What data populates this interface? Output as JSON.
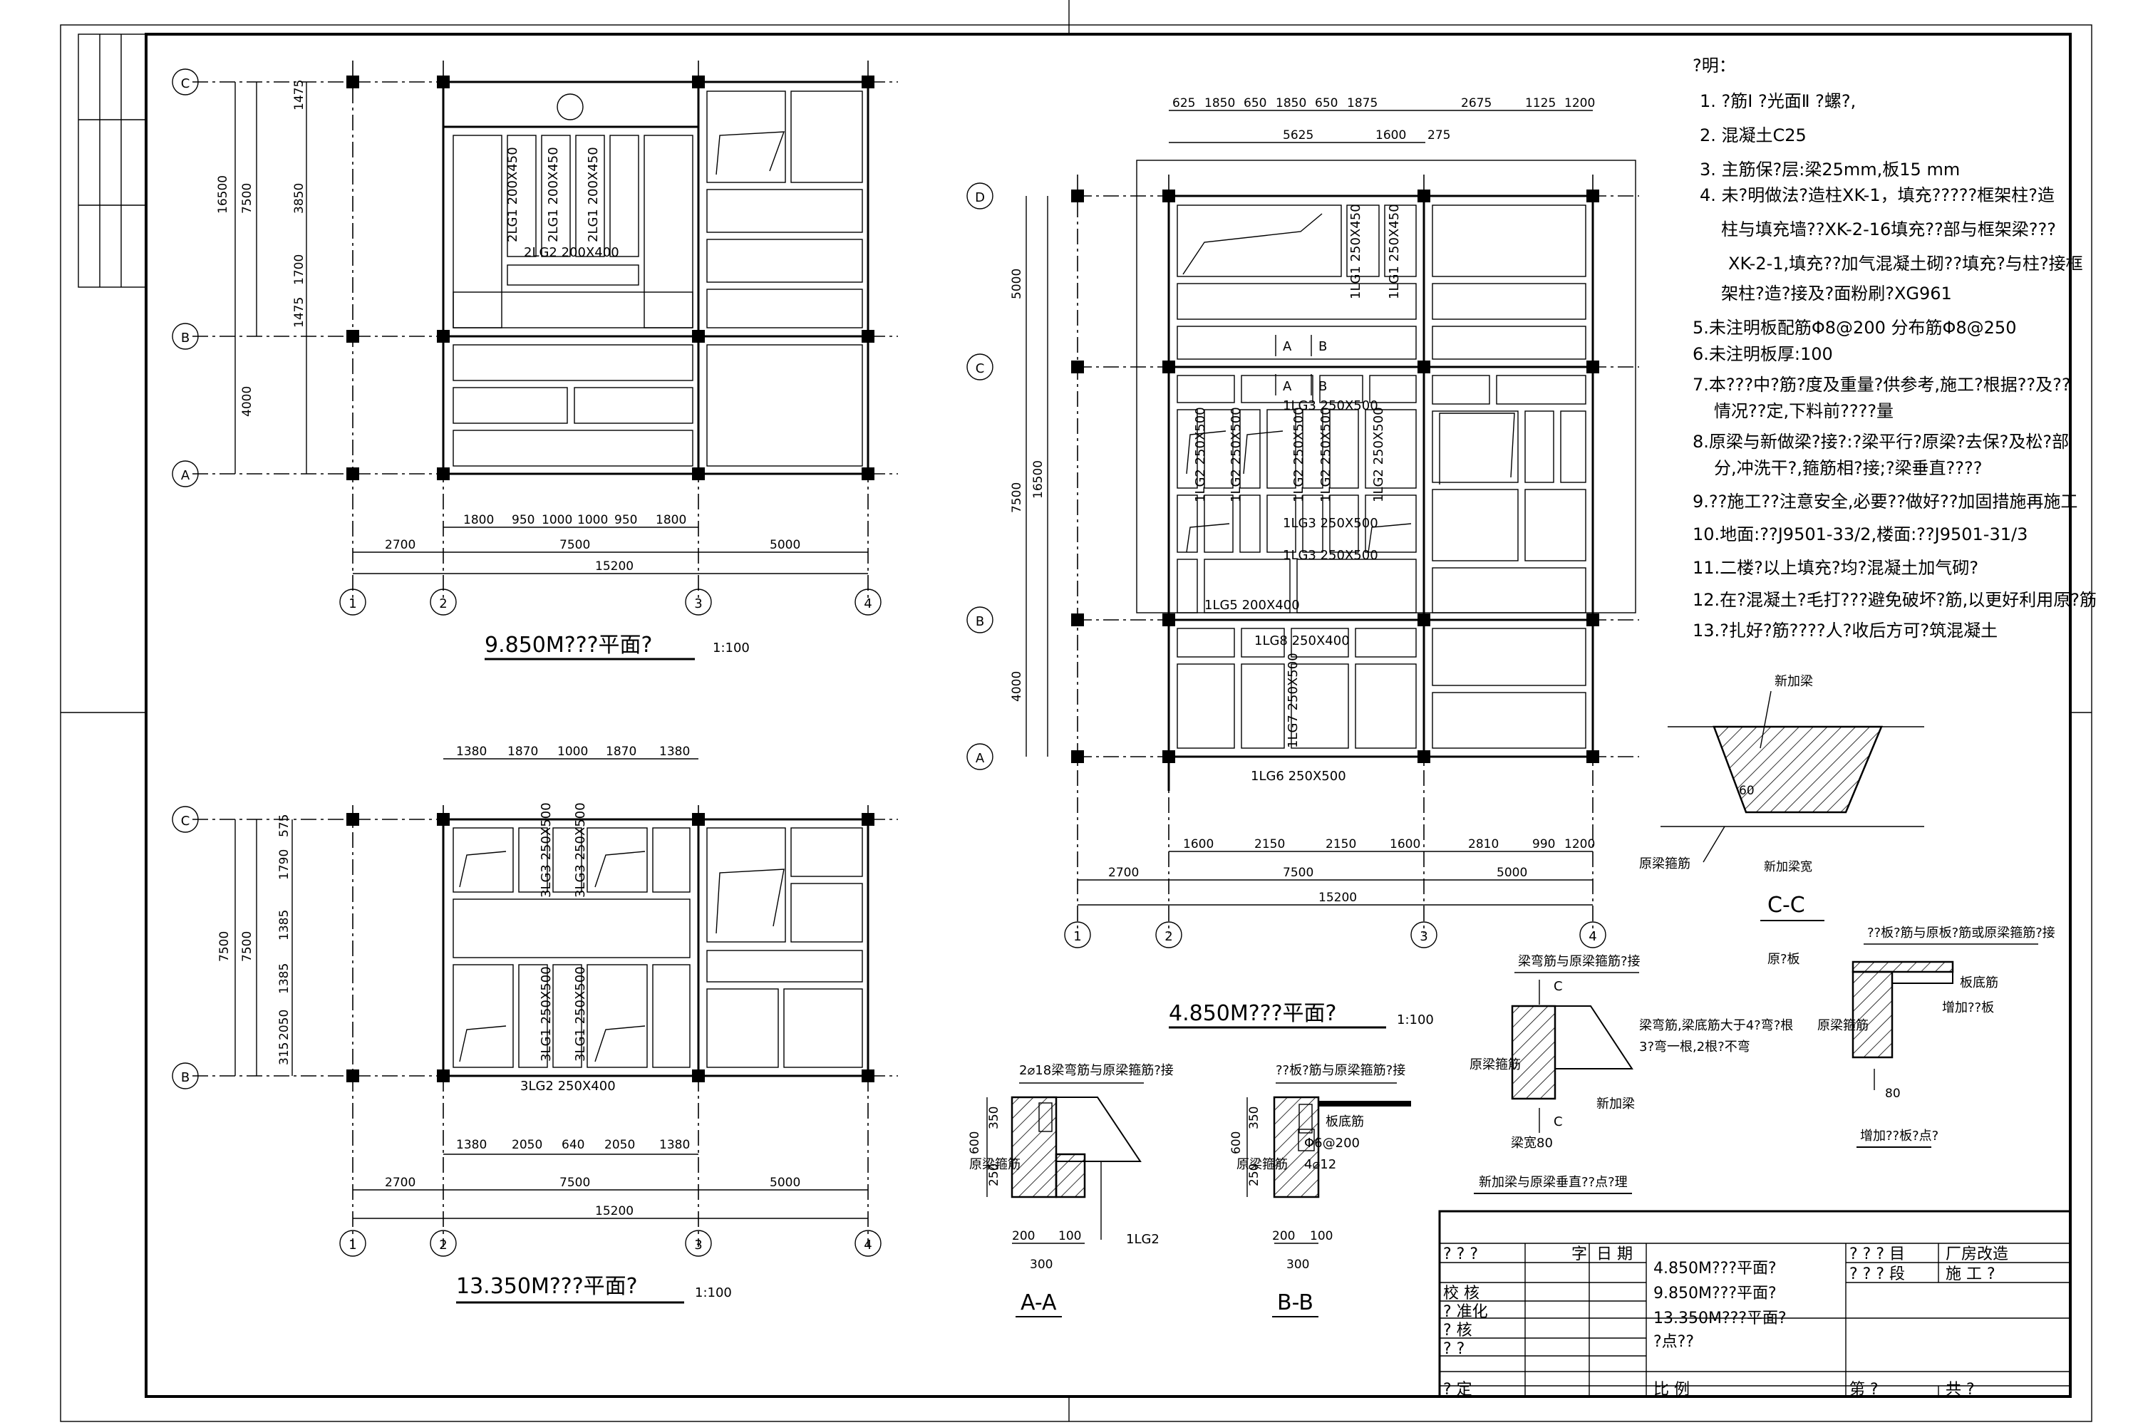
{
  "sheet": {
    "plan_top_left": {
      "title": "9.850M???平面?",
      "scale": "1:100",
      "axes_v": [
        "1",
        "2",
        "3",
        "4"
      ],
      "axes_h": [
        "A",
        "B",
        "C"
      ],
      "dims_top": [
        "1475",
        "3850",
        "1700",
        "1475"
      ],
      "dims_left_total": "16500",
      "dims_left_a": "7500",
      "dims_left_b": "4000",
      "dims_bottom_1": [
        "1800",
        "950",
        "1000",
        "1000",
        "950",
        "1800"
      ],
      "dims_bottom_2": [
        "2700",
        "7500",
        "5000"
      ],
      "dims_bottom_total": "15200",
      "beam_labels": [
        "2LG1 200X450",
        "2LG1 200X450",
        "2LG1 200X450",
        "2LG2 200X400"
      ]
    },
    "plan_bottom_left": {
      "title": "13.350M???平面?",
      "scale": "1:100",
      "axes_v": [
        "1",
        "2",
        "3",
        "4"
      ],
      "axes_h": [
        "B",
        "C"
      ],
      "dims_top": [
        "1380",
        "1870",
        "1000",
        "1870",
        "1380"
      ],
      "dims_right": [
        "575",
        "1790",
        "1385",
        "1385",
        "2050",
        "315"
      ],
      "dims_left": "7500",
      "dims_left_b": "7500",
      "dims_bottom_1": [
        "1380",
        "2050",
        "640",
        "2050",
        "1380"
      ],
      "dims_bottom_2": [
        "2700",
        "7500",
        "5000"
      ],
      "dims_bottom_total": "15200",
      "beam_labels": [
        "3LG3 250X500",
        "3LG3 250X500",
        "3LG1 250X500",
        "3LG1 250X500",
        "3LG2 250X400"
      ]
    },
    "plan_right": {
      "title": "4.850M???平面?",
      "scale": "1:100",
      "axes_v": [
        "1",
        "2",
        "3",
        "4"
      ],
      "axes_h": [
        "A",
        "B",
        "C",
        "D"
      ],
      "dims_top_1": [
        "625",
        "1850",
        "650",
        "1850",
        "650",
        "1875",
        "2675",
        "1125",
        "1200"
      ],
      "dims_top_2": [
        "5625",
        "1600",
        "275"
      ],
      "dims_left": [
        "5000",
        "7500",
        "4000"
      ],
      "dims_left_total": "16500",
      "dims_bottom_1": [
        "1600",
        "2150",
        "2150",
        "1600",
        "2810",
        "990",
        "1200"
      ],
      "dims_bottom_2": [
        "2700",
        "7500",
        "5000"
      ],
      "dims_bottom_total": "15200",
      "beam_labels": [
        "1LG1 250X450",
        "1LG1 250X450",
        "1LG3 250X500",
        "1LG2 250X500",
        "1LG2 250X500",
        "1LG2 250X500",
        "1LG2 250X500",
        "1LG2 250X500",
        "1LG3 250X500",
        "1LG3 250X500",
        "1LG5 200X400",
        "1LG8 250X400",
        "1LG7 250X500",
        "1LG6 250X500"
      ],
      "section_marks": [
        "A",
        "B",
        "A",
        "B"
      ]
    },
    "notes": {
      "heading": "?明：",
      "items": [
        "1. ?筋Ⅰ ?光面Ⅱ ?螺?,",
        "2. 混凝土C25",
        "3. 主筋保?层:梁25mm,板15  mm",
        "4. 未?明做法?造柱XK-1，填充?????框架柱?造",
        "柱与填充墙??XK-2-16填充??部与框架梁???",
        "XK-2-1,填充??加气混凝土砌??填充?与柱?接框",
        "架柱?造?接及?面粉刷?XG961",
        "5.未注明板配筋Φ8@200   分布筋Φ8@250",
        "6.未注明板厚:100",
        "7.本???中?筋?度及重量?供参考,施工?根据??及??",
        "情况??定,下料前????量",
        "8.原梁与新做梁?接?:?梁平行?原梁?去保?及松?部",
        "分,冲洗干?,箍筋相?接;?梁垂直????",
        "9.??施工??注意安全,必要??做好??加固措施再施工",
        "10.地面:??J9501-33/2,楼面:??J9501-31/3",
        "11.二楼?以上填充?均?混凝土加气砌?",
        "12.在?混凝土?毛打???避免破坏?筋,以更好利用原?筋",
        "13.?扎好?筋????人?收后方可?筑混凝土"
      ]
    },
    "detail_cc": {
      "title": "C-C",
      "label_new_beam": "新加梁",
      "label_old_stirrup": "原梁箍筋",
      "label_width": "新加梁宽",
      "angle": "60"
    },
    "detail_aa": {
      "title": "A-A",
      "top_label": "2⌀18梁弯筋与原梁箍筋?接",
      "label_stirrup": "原梁箍筋",
      "beam_tag": "1LG2",
      "dims_v": [
        "600",
        "350",
        "250"
      ],
      "dims_h": [
        "200",
        "100",
        "300"
      ]
    },
    "detail_bb": {
      "title": "B-B",
      "top_label": "??板?筋与原梁箍筋?接",
      "label_stirrup": "原梁箍筋",
      "label_slab": "板底筋",
      "label_rebar1": "Φ6@200",
      "label_rebar2": "4⌀12",
      "dims_v": [
        "600",
        "350",
        "250"
      ],
      "dims_h": [
        "200",
        "100",
        "300"
      ]
    },
    "detail_joint": {
      "title": "新加梁与原梁垂直??点?理",
      "label_top": "梁弯筋与原梁箍筋?接",
      "label_c": "C",
      "label_stirrup": "原梁箍筋",
      "label_note": "梁弯筋,梁底筋大于4?弯?根",
      "label_note2": "3?弯一根,2根?不弯",
      "label_new": "新加梁",
      "label_width": "梁宽80"
    },
    "detail_slab": {
      "title": "增加??板?点?",
      "label_top": "??板?筋与原板?筋或原梁箍筋?接",
      "label_old": "原?板",
      "label_slab": "板底筋",
      "label_add": "增加??板",
      "label_stirrup": "原梁箍筋",
      "dim": "80"
    },
    "title_block": {
      "left_rows": [
        "?   ?   ?",
        "校     核",
        "?     准化",
        "?     核",
        "?     ?",
        "?     定"
      ],
      "left_col2": "字",
      "left_col3": "日  期",
      "middle_lines": [
        "4.850M???平面?",
        "9.850M???平面?",
        "13.350M???平面?",
        "?点??"
      ],
      "right_labels": [
        "?  ?  ?  目",
        "?  ?  ?  段"
      ],
      "right_values": [
        "厂房改造",
        "施   工   ?"
      ],
      "scale_label": "比      例",
      "page_label": "第      ?",
      "total_label": "共      ?"
    }
  }
}
